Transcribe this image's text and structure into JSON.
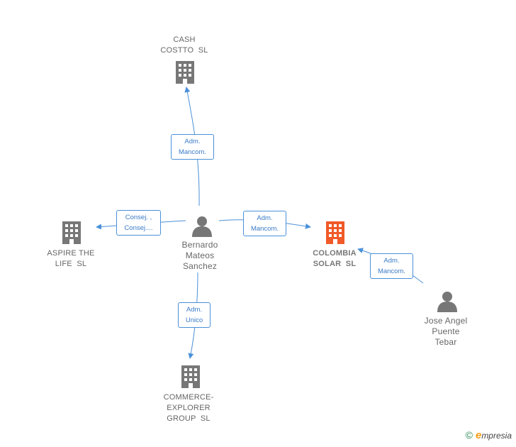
{
  "nodes": {
    "cash_costto": {
      "lines": [
        "CASH",
        "COSTTO  SL"
      ]
    },
    "aspire": {
      "lines": [
        "ASPIRE THE",
        "LIFE  SL"
      ]
    },
    "colombia": {
      "lines": [
        "COLOMBIA",
        "SOLAR  SL"
      ]
    },
    "commerce": {
      "lines": [
        "COMMERCE-",
        "EXPLORER",
        "GROUP  SL"
      ]
    },
    "bernardo": {
      "lines": [
        "Bernardo",
        "Mateos",
        "Sanchez"
      ]
    },
    "jose": {
      "lines": [
        "Jose Angel",
        "Puente",
        "Tebar"
      ]
    }
  },
  "relations": {
    "to_cash": {
      "lines": [
        "Adm.",
        "Mancom."
      ]
    },
    "to_aspire": {
      "lines": [
        "Consej. ,",
        "Consej...."
      ]
    },
    "to_colombia": {
      "lines": [
        "Adm.",
        "Mancom."
      ]
    },
    "to_commerce": {
      "lines": [
        "Adm.",
        "Unico"
      ]
    },
    "jose_to_colombia": {
      "lines": [
        "Adm.",
        "Mancom."
      ]
    }
  },
  "colors": {
    "edge": "#4a90d9",
    "company": "#777777",
    "company_highlight": "#f05a28",
    "person": "#777777"
  },
  "brand": {
    "copyright": "©",
    "initial": "e",
    "rest": "mpresia"
  }
}
